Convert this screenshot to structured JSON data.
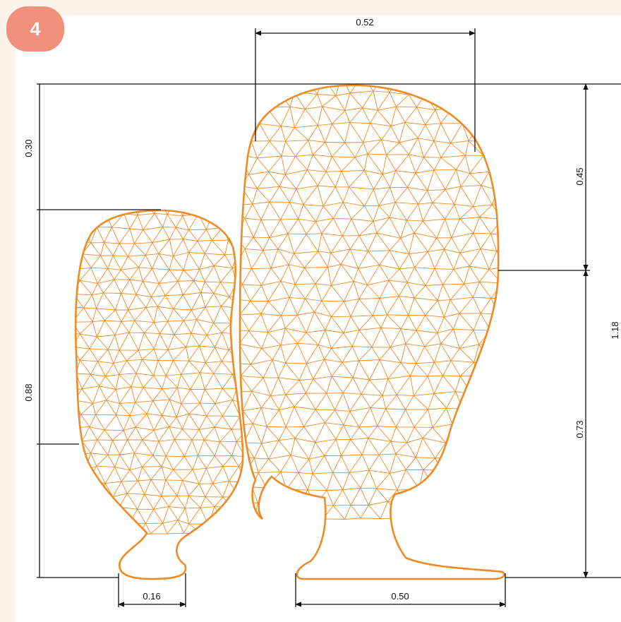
{
  "badge": {
    "label": "4"
  },
  "colors": {
    "background": "#fdf3e8",
    "badge": "#f0907a",
    "mesh": "#f08a24",
    "dimension_line": "#111111"
  },
  "dimensions": {
    "top_width": "0.52",
    "left_top_height": "0.30",
    "left_height": "0.88",
    "right_upper_height": "0.45",
    "right_lower_height": "0.73",
    "total_height": "1.18",
    "small_foot_width": "0.16",
    "large_foot_width": "0.50"
  }
}
